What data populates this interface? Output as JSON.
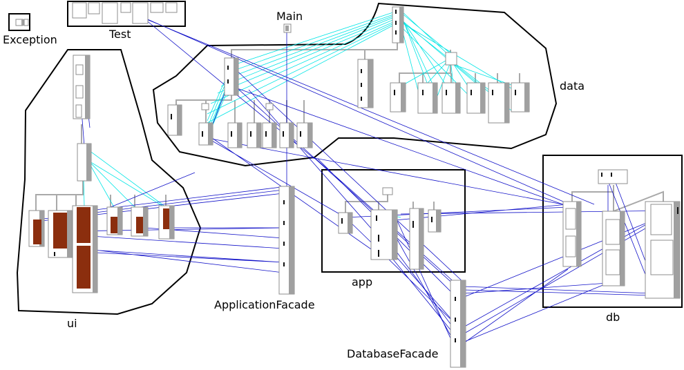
{
  "diagram": {
    "groups": {
      "exception": "Exception",
      "test": "Test",
      "main": "Main",
      "data": "data",
      "ui": "ui",
      "application_facade": "ApplicationFacade",
      "app": "app",
      "db": "db",
      "database_facade": "DatabaseFacade"
    },
    "colors": {
      "outline": "#000000",
      "class_border": "#8c8c8c",
      "class_bar": "#a0a0a0",
      "tree": "#a9a9a9",
      "inheritance_edge": "#00e5e5",
      "dependency_edge": "#1010c8",
      "ui_widget_fill": "#8b2e0e"
    }
  }
}
